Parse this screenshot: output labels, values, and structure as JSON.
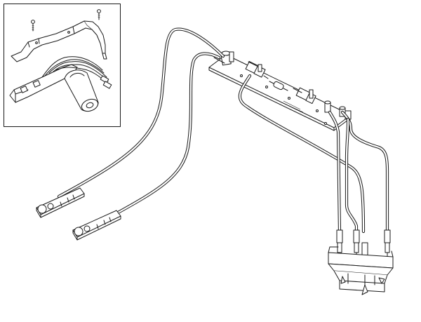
{
  "figure": {
    "kind": "exploded-parts-illustration",
    "style": "black line art on white",
    "colors": {
      "line": "#1a1a1a",
      "background": "#ffffff"
    }
  },
  "inset": {
    "parts": [
      "bracket",
      "screw",
      "screw",
      "switch-assembly"
    ]
  },
  "main_assembly": {
    "parts": [
      "circuit-board",
      "cable",
      "cable",
      "connector",
      "connector",
      "terminal-block"
    ]
  }
}
